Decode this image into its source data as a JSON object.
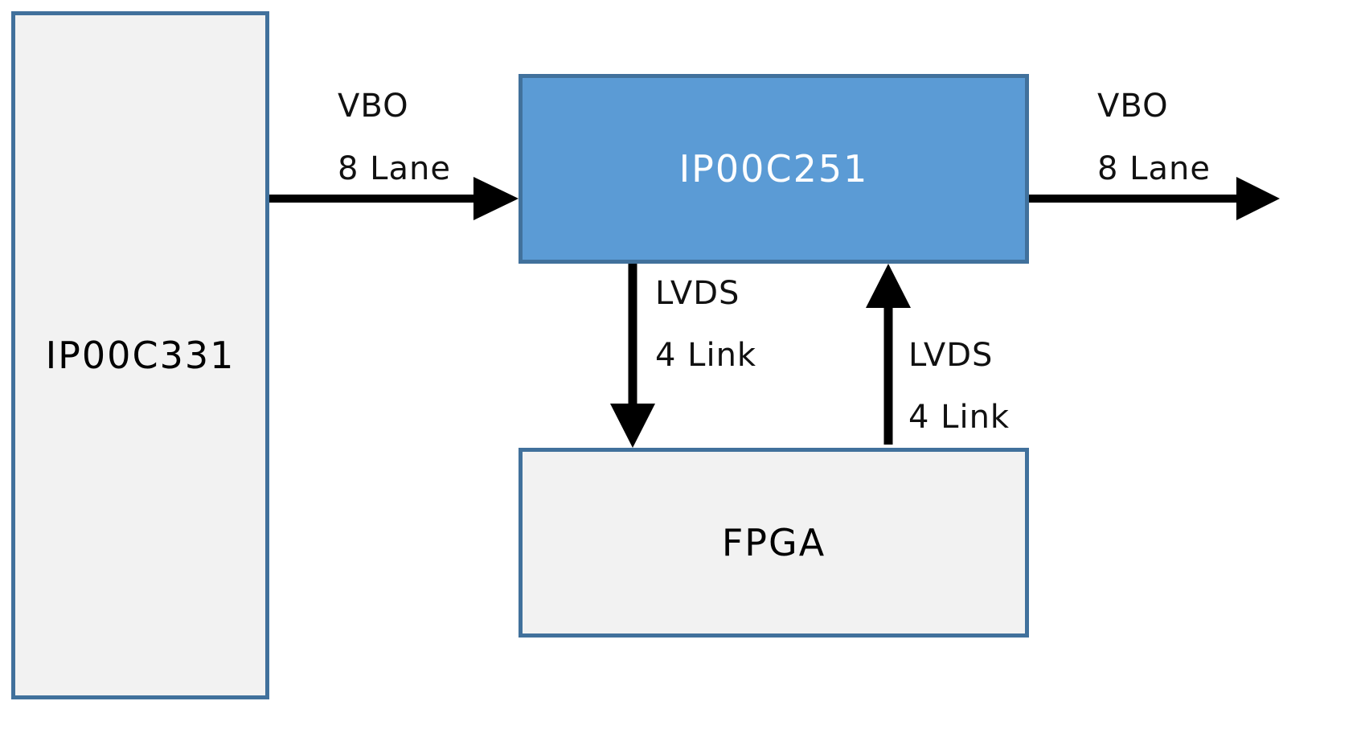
{
  "diagram": {
    "blocks": {
      "source": {
        "label": "IP00C331"
      },
      "bridge": {
        "label": "IP00C251"
      },
      "fpga": {
        "label": "FPGA"
      }
    },
    "connections": [
      {
        "from": "IP00C331",
        "to": "IP00C251",
        "line1": "VBO",
        "line2": "8 Lane"
      },
      {
        "from": "IP00C251",
        "to": "output",
        "line1": "VBO",
        "line2": "8 Lane"
      },
      {
        "from": "IP00C251",
        "to": "FPGA",
        "line1": "LVDS",
        "line2": "4 Link"
      },
      {
        "from": "FPGA",
        "to": "IP00C251",
        "line1": "LVDS",
        "line2": "4 Link"
      }
    ],
    "colors": {
      "highlight_block": "#5b9bd5",
      "plain_block": "#f2f2f2",
      "border": "#41719c",
      "arrow": "#000000"
    }
  }
}
